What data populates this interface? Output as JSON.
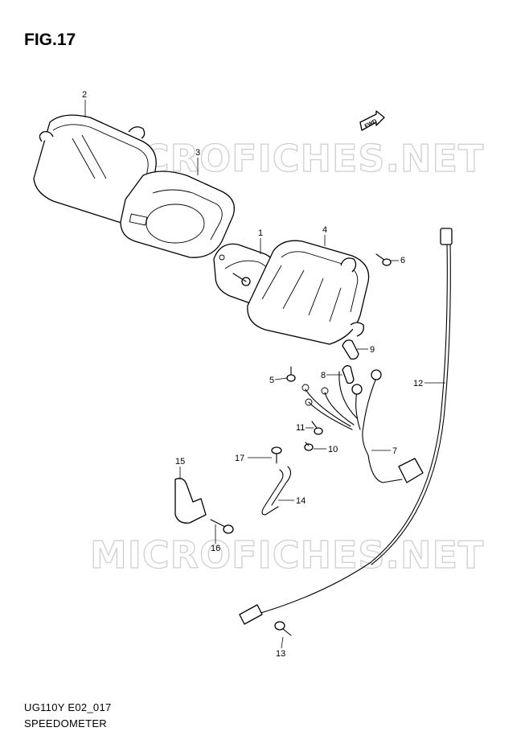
{
  "figure": {
    "title": "FIG.17"
  },
  "watermark": "MICROFICHES.NET",
  "direction_arrow_label": "FWD",
  "callouts": [
    "1",
    "2",
    "3",
    "4",
    "5",
    "6",
    "7",
    "8",
    "9",
    "10",
    "11",
    "12",
    "13",
    "14",
    "15",
    "16",
    "17"
  ],
  "footer": {
    "code": "UG110Y E02_017",
    "name": "SPEEDOMETER"
  }
}
